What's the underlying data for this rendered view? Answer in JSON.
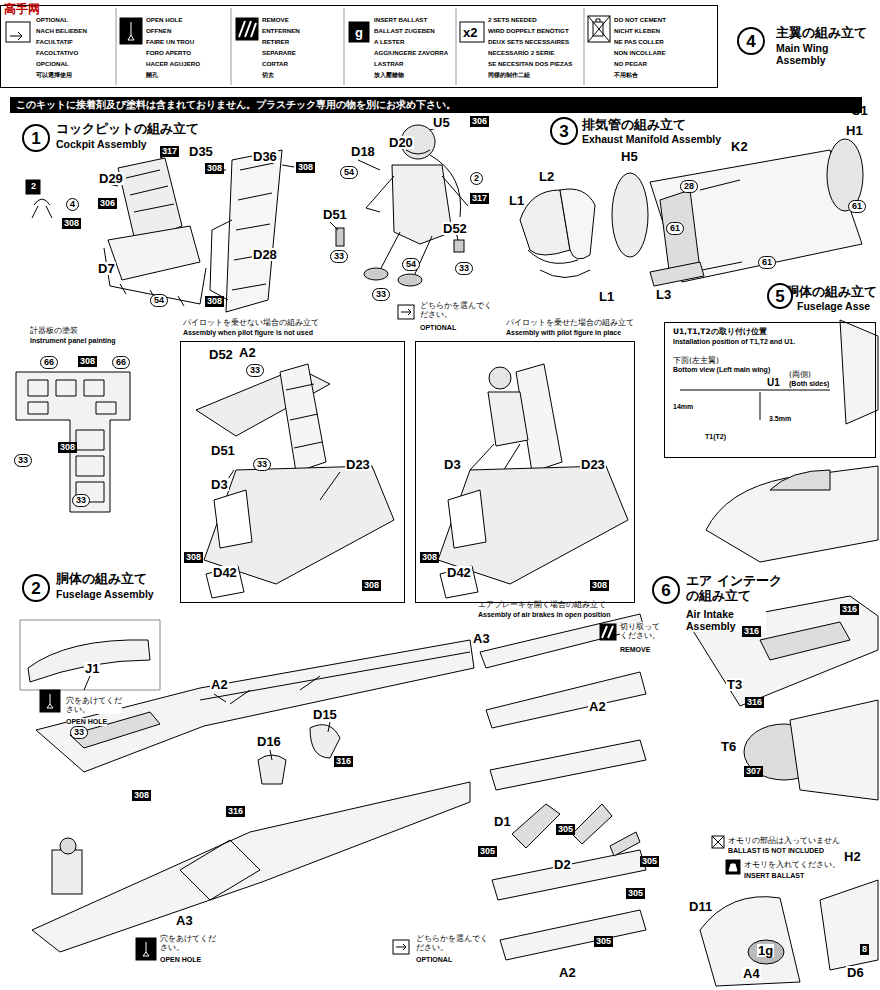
{
  "diagram": {
    "nodes": [
      {
        "text": [
          "4"
        ]
      },
      {
        "text": [
          "このキットに接着剤及び塗料は含まれておりません。プラスチック専用の物を別にお求め下さい。"
        ]
      },
      {
        "text": [
          "1"
        ]
      },
      {
        "text": [
          "3"
        ]
      },
      {
        "text": [
          "5"
        ]
      },
      {
        "text": [
          "U1,T1,T2の取り付け位置",
          "Installation position of T1,T2 and U1.",
          "下面(左主翼)",
          "Bottom view (Left main wing)",
          "U1",
          "(両側)",
          "(Both sides)",
          "14mm",
          "3.5mm",
          "T1(T2)"
        ]
      },
      {
        "text": [
          "パイロットを乗せない場合の組み立て",
          "Assembly when pilot figure is not used"
        ]
      },
      {
        "text": [
          "パイロットを乗せた場合の組み立て",
          "Assembly with pilot figure in place"
        ]
      },
      {
        "text": [
          "2"
        ]
      },
      {
        "text": [
          "6"
        ]
      }
    ],
    "labels": [
      "OPTIONAL",
      "NACH BELIEBEN",
      "FACULTATIF",
      "FACOLTATIVO",
      "OPCIONAL",
      "可以選擇使用",
      "OPEN HOLE",
      "OFFNEN",
      "FAIRE UN TROU",
      "FORO APERTO",
      "HACER AGUJERO",
      "開孔",
      "REMOVE",
      "ENTFERNEN",
      "RETIRER",
      "SEPARARE",
      "CORTAR",
      "切去",
      "INSERT BALLAST",
      "BALLAST ZUGEBEN",
      "A LESTER",
      "AGGIUNGERE ZAVORRA",
      "LASTRAR",
      "放入壓艙物",
      "2 SETS NEEDED",
      "WIRD DOPPELT BENÖTIGT",
      "DEUX SETS NECESSAIRES",
      "NECESSARIO 2 SERIE",
      "SE NECESITAN DOS PIEZAS",
      "同樣的制作二組",
      "DO NOT CEMENT",
      "NICHT KLEBEN",
      "NE PAS COLLER",
      "NON INCOLLARE",
      "NO PEGAR",
      "不用粘合",
      "g",
      "x2",
      "高手网",
      "主翼の組み立て",
      "Main Wing Assembly",
      "C1",
      "コックピットの組み立て",
      "Cockpit Assembly",
      "D36",
      "317",
      "D35",
      "308",
      "D29",
      "306",
      "2",
      "4",
      "308",
      "D7",
      "54",
      "308",
      "D28",
      "308",
      "D18",
      "D20",
      "U5",
      "306",
      "2",
      "317",
      "54",
      "D51",
      "D52",
      "33",
      "33",
      "54",
      "33",
      "計器板の塗装",
      "Instrument panel painting",
      "66",
      "308",
      "66",
      "308",
      "33",
      "33",
      "どちらかを選んでください。",
      "OPTIONAL",
      "D52",
      "A2",
      "33",
      "D51",
      "33",
      "D3",
      "D23",
      "308",
      "D42",
      "308",
      "D3",
      "D23",
      "308",
      "D42",
      "308",
      "胴体の組み立て",
      "Fuselage Assembly",
      "J1",
      "穴をあけてください。",
      "OPEN HOLE",
      "A2",
      "33",
      "308",
      "D15",
      "D16",
      "316",
      "316",
      "A3",
      "穴をあけてください。",
      "OPEN HOLE",
      "エアブレーキを開く場合の組み立て",
      "Assembly of air brakes in open position",
      "A3",
      "切り取ってください。",
      "REMOVE",
      "A2",
      "D1",
      "305",
      "305",
      "D2",
      "305",
      "305",
      "A2",
      "305",
      "どちらかを選んでください。",
      "OPTIONAL",
      "排気管の組み立て",
      "Exhaust Manifold Assembly",
      "L2",
      "L1",
      "H5",
      "K2",
      "H1",
      "28",
      "61",
      "61",
      "61",
      "L1",
      "L3",
      "胴体の組み立て",
      "Fuselage Asse",
      "エア インテークの組み立て",
      "Air Intake Assembly",
      "316",
      "316",
      "T3",
      "316",
      "T6",
      "307",
      "H2",
      "オモリの部品は入っていません",
      "BALLAST IS NOT INCLUDED",
      "オモリを入れてください。",
      "INSERT BALLAST",
      "D11",
      "1g",
      "A4",
      "D6",
      "8"
    ]
  }
}
